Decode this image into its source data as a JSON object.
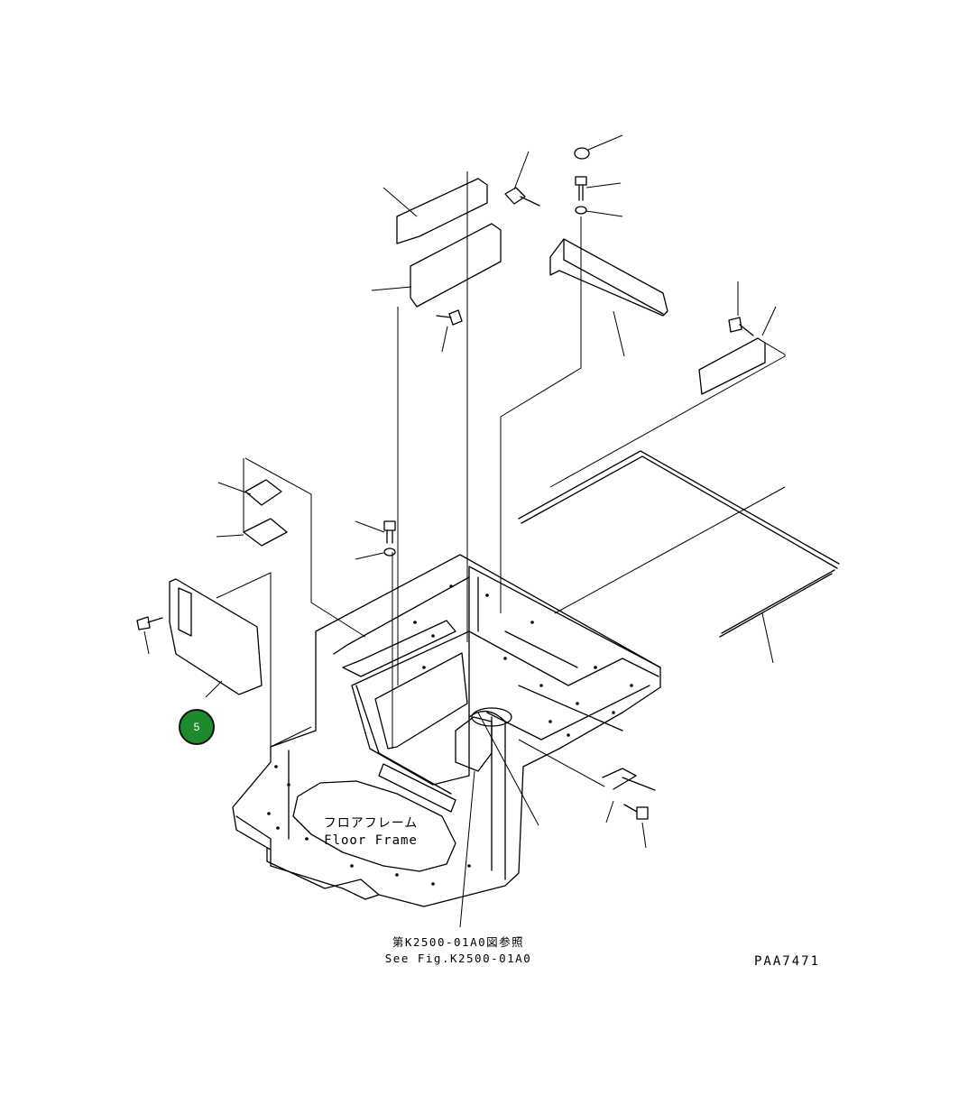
{
  "labels": {
    "floor_frame_jp": "フロアフレーム",
    "floor_frame_en": "Floor Frame",
    "ref_jp": "第K2500-01A0図参照",
    "ref_en": "See Fig.K2500-01A0",
    "drawing_code": "PAA7471"
  },
  "callout": {
    "number": "5",
    "color": "#1e8a2e"
  },
  "icons": [
    "bolt-icon",
    "washer-icon",
    "cap-icon"
  ]
}
